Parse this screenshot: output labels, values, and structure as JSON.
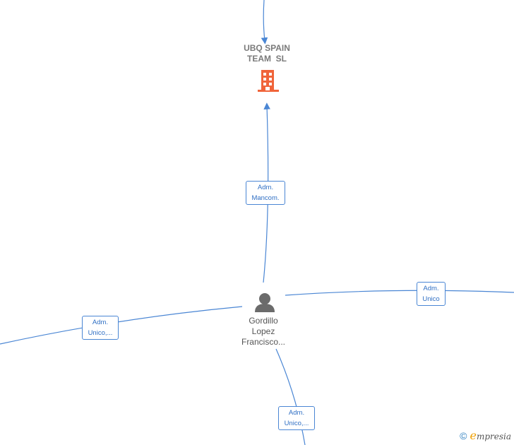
{
  "company": {
    "name_line1": "UBQ SPAIN",
    "name_line2": "TEAM  SL",
    "icon": "building-icon",
    "icon_color": "#f0643a"
  },
  "person": {
    "name_line1": "Gordillo",
    "name_line2": "Lopez",
    "name_line3": "Francisco...",
    "icon": "person-icon",
    "icon_color": "#6b6b6b"
  },
  "edges": {
    "mancom": {
      "line1": "Adm.",
      "line2": "Mancom."
    },
    "unico_right": {
      "line1": "Adm.",
      "line2": "Unico"
    },
    "unico_left": {
      "line1": "Adm.",
      "line2": "Unico,..."
    },
    "unico_bottom": {
      "line1": "Adm.",
      "line2": "Unico,..."
    }
  },
  "colors": {
    "edge": "#4a86d4",
    "edge_label_text": "#2f6fc4"
  },
  "watermark": {
    "copyright": "©",
    "brand_initial": "e",
    "brand_rest": "mpresia"
  }
}
